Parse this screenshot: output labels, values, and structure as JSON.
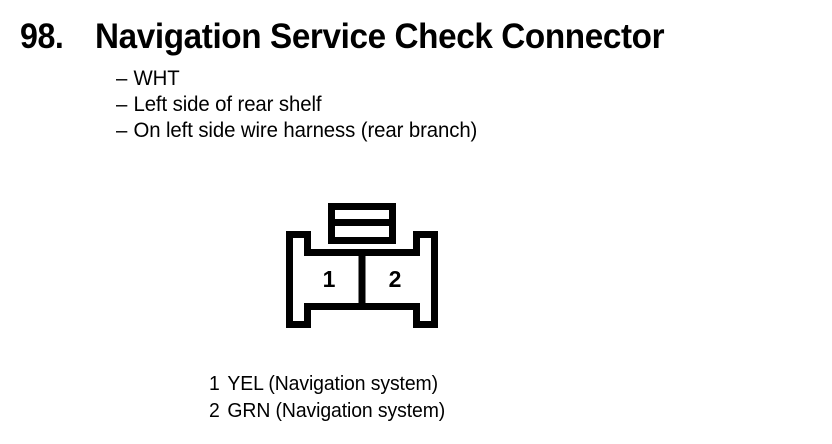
{
  "page": {
    "background_color": "#ffffff",
    "ink_color": "#000000"
  },
  "heading": {
    "number": "98.",
    "title": "Navigation Service Check Connector"
  },
  "specs": {
    "dash": "–",
    "items": [
      "WHT",
      "Left side of rear shelf",
      "On left side wire harness (rear branch)"
    ]
  },
  "connector": {
    "type": "2-pin-connector-symbol",
    "stroke_color": "#000000",
    "stroke_width": 7,
    "cavity_labels": [
      "1",
      "2"
    ],
    "has_top_locking_tab": true,
    "has_side_latch_tabs": true
  },
  "legend": {
    "rows": [
      {
        "pin": "1",
        "text": "YEL (Navigation system)"
      },
      {
        "pin": "2",
        "text": "GRN (Navigation system)"
      }
    ]
  }
}
